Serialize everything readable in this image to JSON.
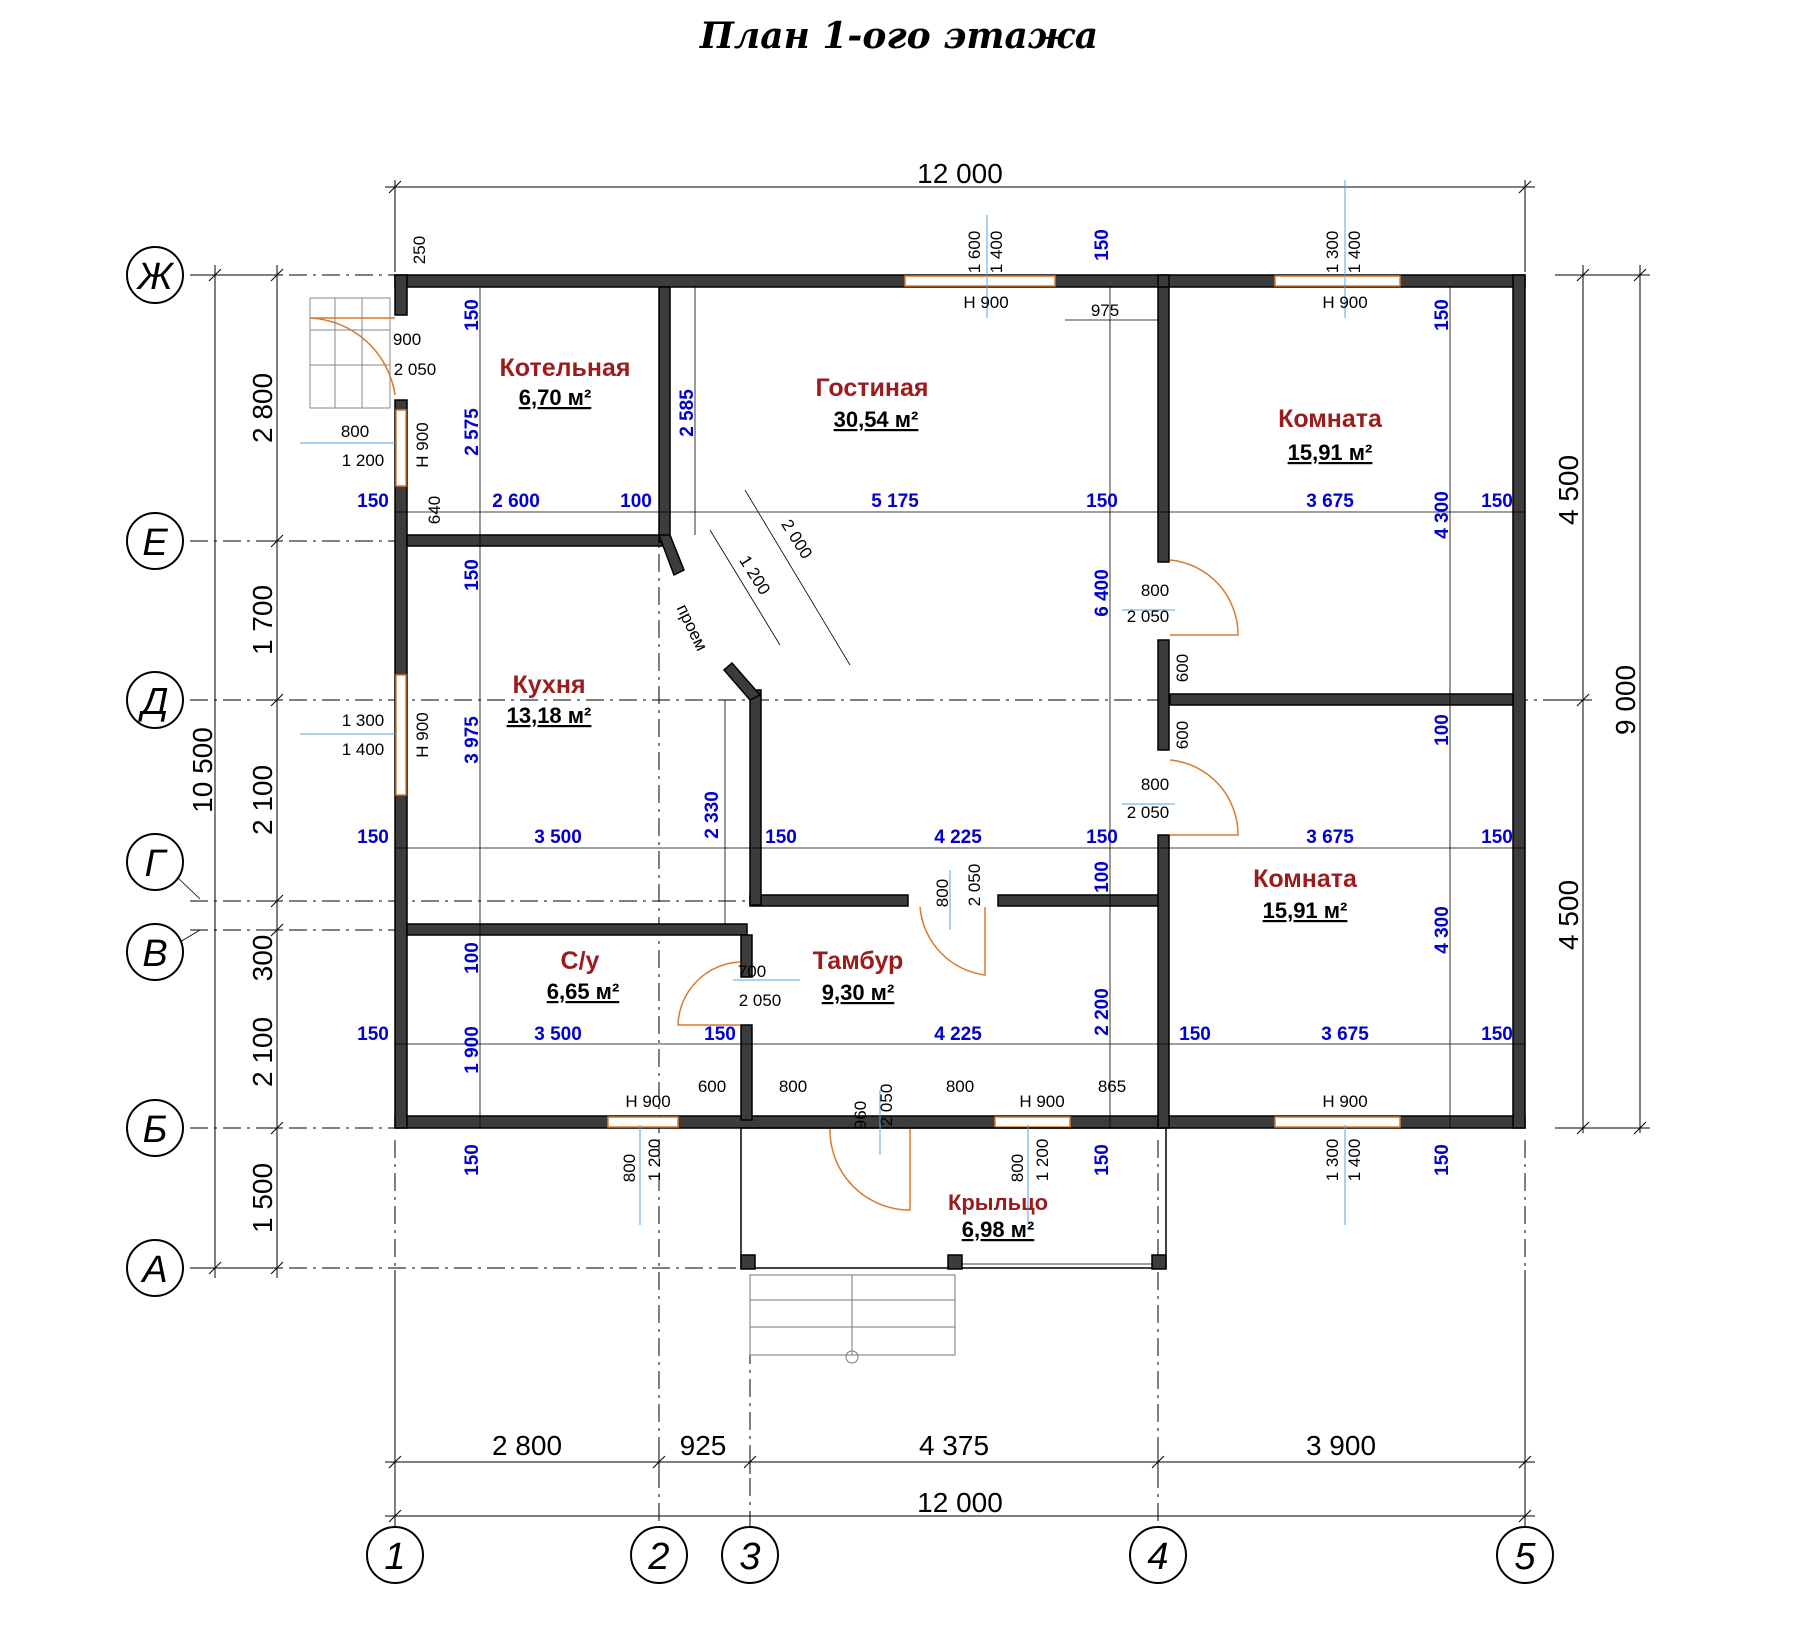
{
  "title": "План 1-ого этажа",
  "rooms": [
    {
      "name": "Котельная",
      "area": "6,70 м²"
    },
    {
      "name": "Гостиная",
      "area": "30,54 м²"
    },
    {
      "name": "Комната",
      "area": "15,91 м²"
    },
    {
      "name": "Кухня",
      "area": "13,18 м²"
    },
    {
      "name": "С/у",
      "area": "6,65 м²"
    },
    {
      "name": "Тамбур",
      "area": "9,30 м²"
    },
    {
      "name": "Комната",
      "area": "15,91 м²"
    },
    {
      "name": "Крыльцо",
      "area": "6,98 м²"
    }
  ],
  "axes_letters": [
    "Ж",
    "Е",
    "Д",
    "Г",
    "В",
    "Б",
    "А"
  ],
  "axes_numbers": [
    "1",
    "2",
    "3",
    "4",
    "5"
  ],
  "overall": {
    "top": "12 000",
    "bottom": "12 000",
    "left": "10 500",
    "right": "9 000",
    "right_top": "4 500",
    "right_bottom": "4 500"
  },
  "bottom_chain": [
    "2 800",
    "925",
    "4 375",
    "3 900"
  ],
  "left_chain": [
    "2 800",
    "1 700",
    "2 100",
    "300",
    "2 100",
    "1 500"
  ],
  "opening_label": "проем",
  "dims": {
    "d250": "250",
    "d150": "150",
    "d100": "100",
    "d640": "640",
    "d2600": "2 600",
    "d5175": "5 175",
    "d3675": "3 675",
    "d3500": "3 500",
    "d4225": "4 225",
    "d2575": "2 575",
    "d2585": "2 585",
    "d3975": "3 975",
    "d2330": "2 330",
    "d1900": "1 900",
    "d2200": "2 200",
    "d4300": "4 300",
    "d6400": "6 400",
    "d975": "975",
    "d2000": "2 000",
    "d1200": "1 200",
    "d600": "600",
    "d800": "800",
    "d865": "865",
    "d700": "700",
    "d960": "960",
    "d2050": "2 050",
    "d900": "900",
    "d1300": "1 300",
    "d1400": "1 400",
    "d1600": "1 600",
    "h900": "Н 900",
    "h900b": "Н  900"
  }
}
